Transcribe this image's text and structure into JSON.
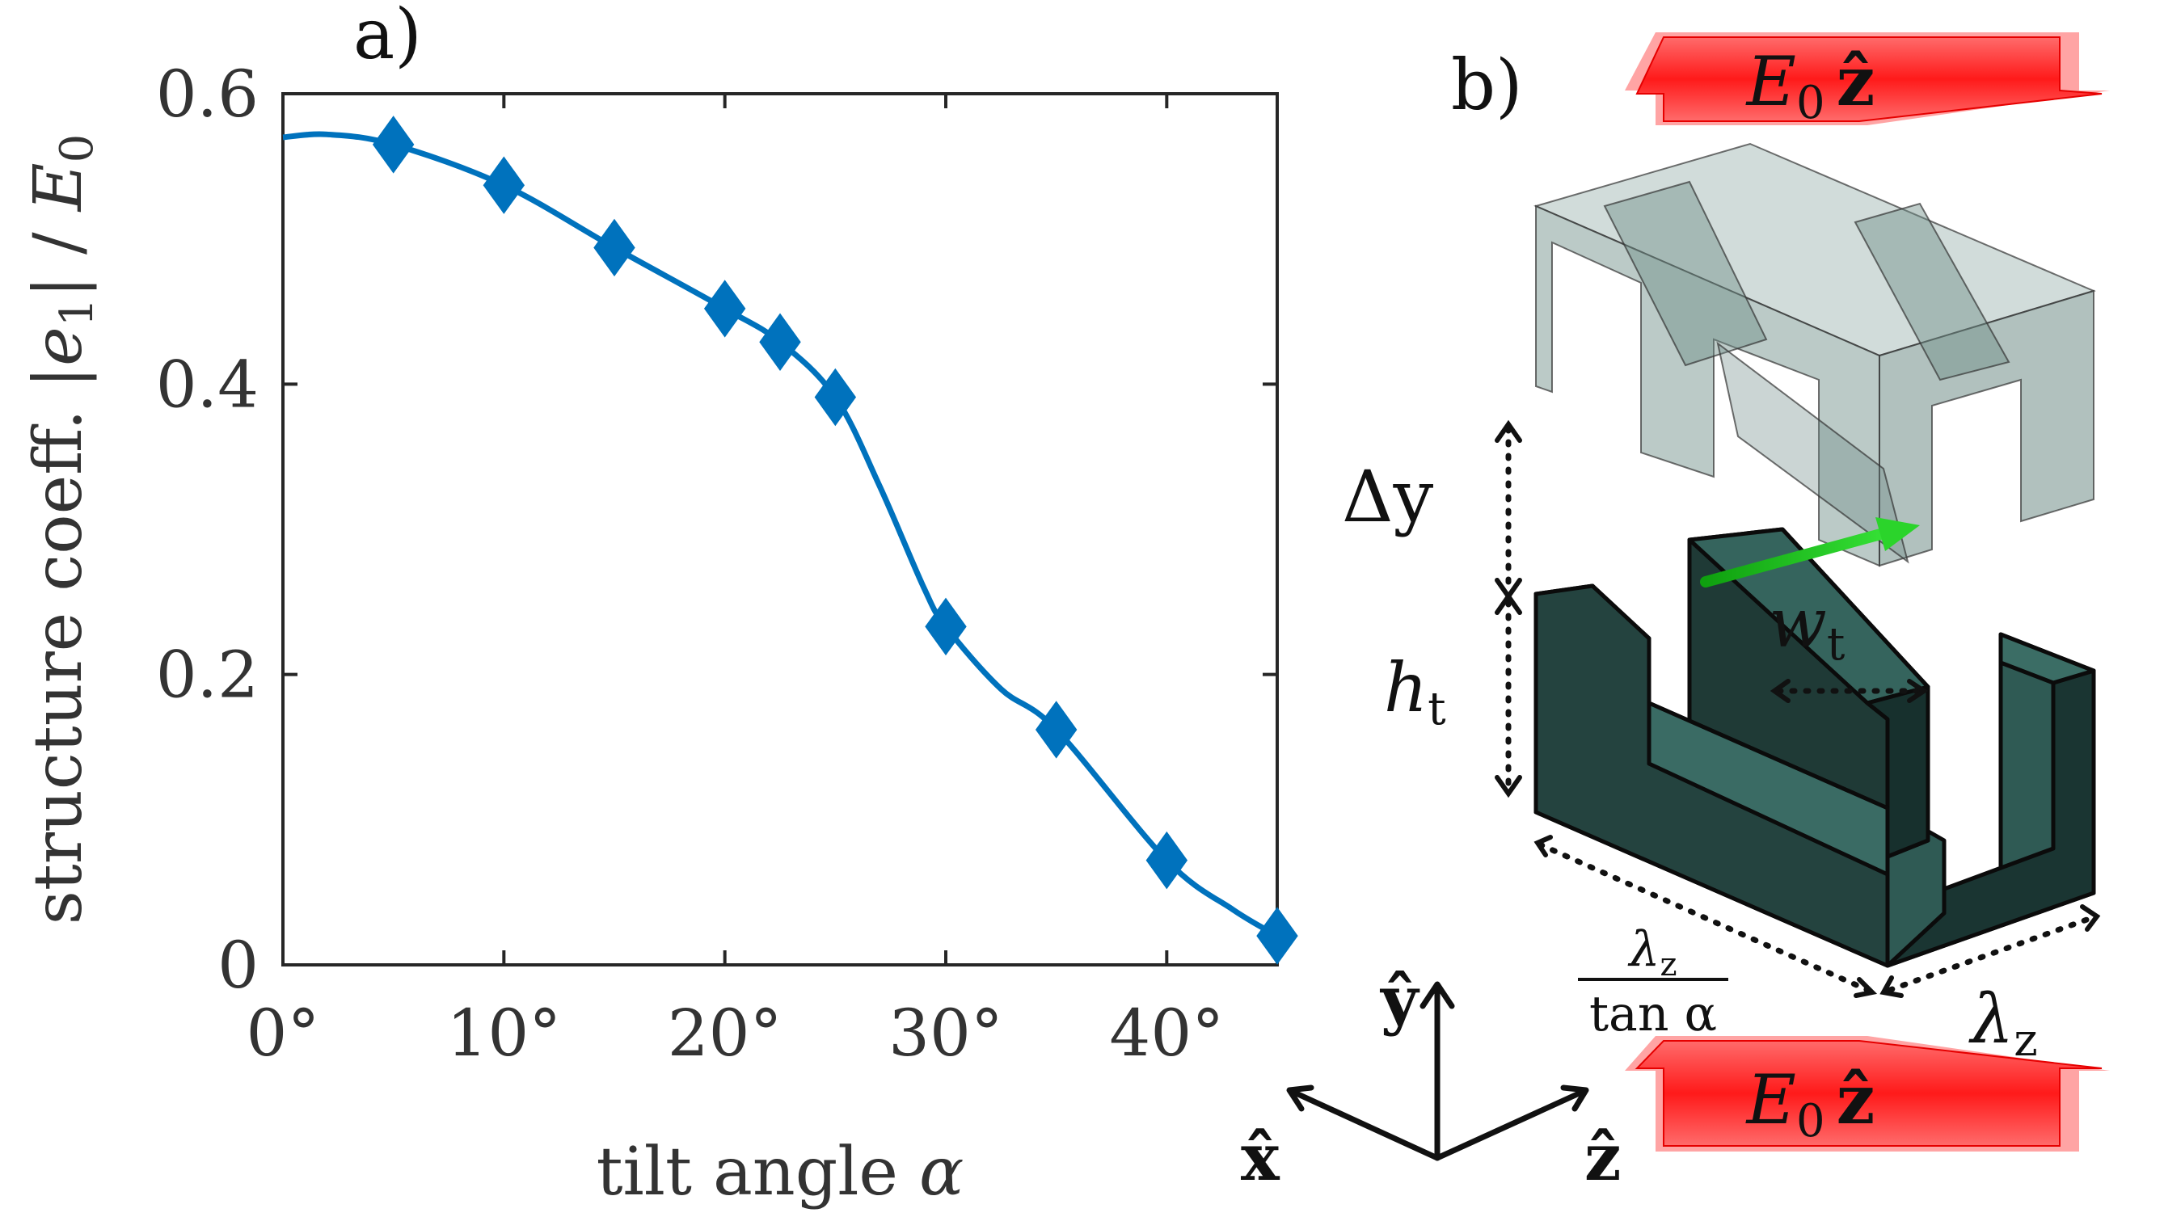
{
  "panel_a": {
    "label": "a)",
    "chart_data": {
      "type": "line",
      "xlabel_text": "tilt angle ",
      "xlabel_symbol": "α",
      "ylabel_text": "structure coeff. |",
      "ylabel_symbol": "e",
      "ylabel_subscript": "1",
      "ylabel_tail": "| / ",
      "ylabel_E": "E",
      "ylabel_E_sub": "0",
      "xlim": [
        0,
        45
      ],
      "ylim": [
        0,
        0.6
      ],
      "xticks": [
        0,
        10,
        20,
        30,
        40
      ],
      "xtick_labels": [
        "0°",
        "10°",
        "20°",
        "30°",
        "40°"
      ],
      "yticks": [
        0,
        0.2,
        0.4,
        0.6
      ],
      "ytick_labels": [
        "0",
        "0.2",
        "0.4",
        "0.6"
      ],
      "grid": false,
      "series": [
        {
          "style": "line-with-diamond-markers",
          "color": "#0072BD",
          "x": [
            5,
            10,
            15,
            20,
            22.5,
            25,
            30,
            35,
            40,
            45
          ],
          "y": [
            0.565,
            0.537,
            0.494,
            0.452,
            0.429,
            0.391,
            0.233,
            0.162,
            0.072,
            0.02
          ]
        }
      ],
      "curve": {
        "x": [
          0,
          2,
          5,
          10,
          15,
          20,
          22.5,
          25,
          27,
          29,
          30,
          32.5,
          35,
          40,
          43,
          45
        ],
        "y": [
          0.57,
          0.572,
          0.565,
          0.537,
          0.494,
          0.452,
          0.429,
          0.391,
          0.33,
          0.26,
          0.233,
          0.19,
          0.162,
          0.072,
          0.038,
          0.02
        ]
      }
    }
  },
  "panel_b": {
    "label": "b)",
    "field_top": {
      "E": "E",
      "sub": "0",
      "dir": "ẑ"
    },
    "field_bottom": {
      "E": "E",
      "sub": "0",
      "dir": "ẑ"
    },
    "dim_delta_y": "Δy",
    "dim_h": "h",
    "dim_h_sub": "t",
    "dim_w": "w",
    "dim_w_sub": "t",
    "dim_lambda_frac_num": "λ",
    "dim_lambda_frac_num_sub": "z",
    "dim_lambda_frac_den": "tan α",
    "dim_lambda": "λ",
    "dim_lambda_sub": "z",
    "axis_x": "x̂",
    "axis_y": "ŷ",
    "axis_z": "ẑ",
    "colors": {
      "arrow": "#ff2a2a",
      "structure_dark": "#2d4f4a",
      "structure_ghost": "#9fb5b1",
      "beam": "#22cc22"
    }
  }
}
